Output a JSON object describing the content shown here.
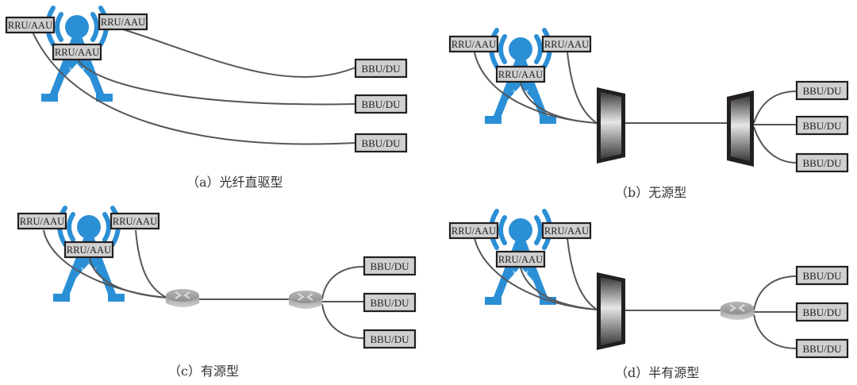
{
  "colors": {
    "tower": "#2b8fd6",
    "box_fill": "#cfd0cf",
    "box_stroke": "#231f20",
    "wire": "#555657",
    "caption": "#333333"
  },
  "labels": {
    "radio_unit": "RRU/AAU",
    "baseband_unit": "BBU/DU"
  },
  "panels": [
    {
      "id": "a",
      "caption": "（a）光纤直驱型",
      "connection": "direct-fiber",
      "radio_units": 3,
      "baseband_units": 3
    },
    {
      "id": "b",
      "caption": "（b）无源型",
      "connection": "passive-wdm",
      "radio_units": 3,
      "baseband_units": 3
    },
    {
      "id": "c",
      "caption": "（c）有源型",
      "connection": "active-router",
      "radio_units": 3,
      "baseband_units": 3
    },
    {
      "id": "d",
      "caption": "（d）半有源型",
      "connection": "semi-active",
      "radio_units": 3,
      "baseband_units": 3
    }
  ]
}
